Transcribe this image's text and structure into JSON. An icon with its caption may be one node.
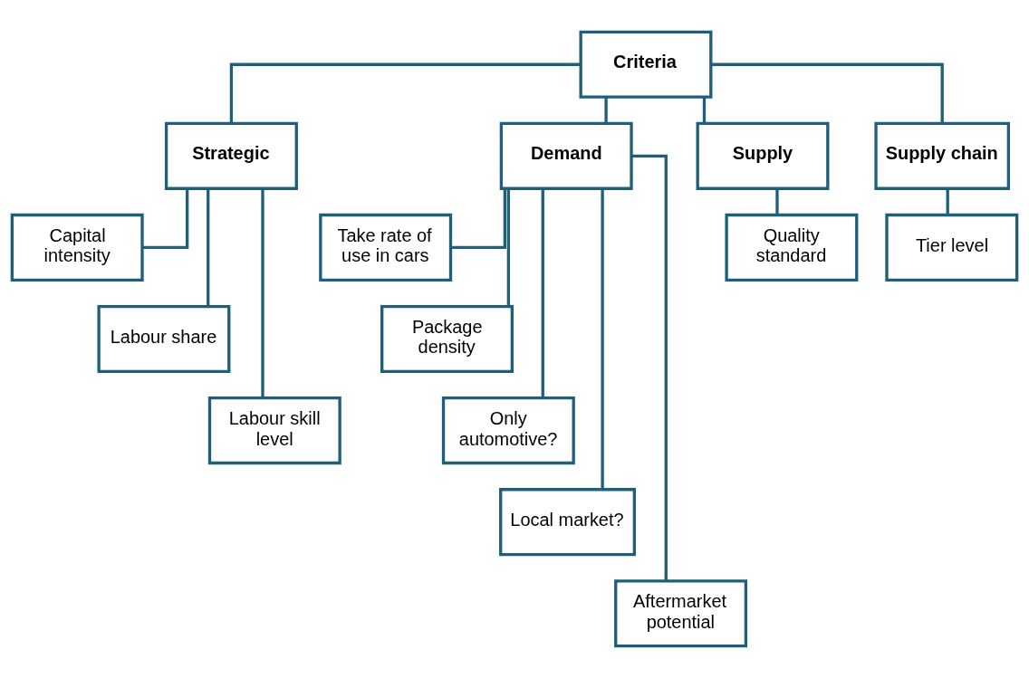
{
  "diagram": {
    "nodes": [
      {
        "text": [
          "Criteria"
        ]
      },
      {
        "text": [
          "Strategic"
        ]
      },
      {
        "text": [
          "Demand"
        ]
      },
      {
        "text": [
          "Supply"
        ]
      },
      {
        "text": [
          "Supply chain"
        ]
      },
      {
        "text": [
          "Capital intensity"
        ]
      },
      {
        "text": [
          "Labour share"
        ]
      },
      {
        "text": [
          "Labour skill level"
        ]
      },
      {
        "text": [
          "Take rate of use in cars"
        ]
      },
      {
        "text": [
          "Package density"
        ]
      },
      {
        "text": [
          "Only automotive?"
        ]
      },
      {
        "text": [
          "Local market?"
        ]
      },
      {
        "text": [
          "Aftermarket potential"
        ]
      },
      {
        "text": [
          "Quality standard"
        ]
      },
      {
        "text": [
          "Tier level"
        ]
      }
    ],
    "edges": [
      {
        "from": 0,
        "to": 1,
        "arrow": "none"
      },
      {
        "from": 0,
        "to": 2,
        "arrow": "none"
      },
      {
        "from": 0,
        "to": 3,
        "arrow": "none"
      },
      {
        "from": 0,
        "to": 4,
        "arrow": "none"
      },
      {
        "from": 1,
        "to": 5,
        "arrow": "none"
      },
      {
        "from": 1,
        "to": 6,
        "arrow": "none"
      },
      {
        "from": 1,
        "to": 7,
        "arrow": "none"
      },
      {
        "from": 2,
        "to": 8,
        "arrow": "none"
      },
      {
        "from": 2,
        "to": 9,
        "arrow": "none"
      },
      {
        "from": 2,
        "to": 10,
        "arrow": "none"
      },
      {
        "from": 2,
        "to": 11,
        "arrow": "none"
      },
      {
        "from": 2,
        "to": 12,
        "arrow": "none"
      },
      {
        "from": 3,
        "to": 13,
        "arrow": "none"
      },
      {
        "from": 4,
        "to": 14,
        "arrow": "none"
      }
    ]
  }
}
